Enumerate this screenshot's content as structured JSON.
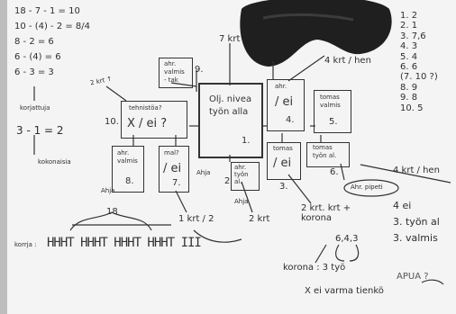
{
  "equations": [
    "18 - 7 - 1 = 10",
    "10 - (4) - 2 = 8/4",
    "8 - 2 = 6",
    "6 - (4) = 6",
    "6 - 3 = 3"
  ],
  "eq_note1": "korjattuja",
  "eq_bottom": "3 - 1 = 2",
  "eq_note2": "kokonaisia",
  "top_label": "7 krt",
  "top_right_label": "4 krt / hen",
  "left_side_label": "2 krt ↑",
  "boxes": {
    "tehnistoa": {
      "lines": [
        "tehnistöa?"
      ],
      "big": "X / ei ?",
      "number": "10."
    },
    "ahr_valmis_ak": {
      "lines": [
        "ahr.",
        "valmis",
        "- tak"
      ],
      "number": "9."
    },
    "main": {
      "lines": [
        "Olj. nivea",
        "työn alla"
      ],
      "number": "1."
    },
    "ahr_ei_4": {
      "lines": [
        "ahr."
      ],
      "big": "/ ei",
      "number": "4."
    },
    "tomas_valmis": {
      "lines": [
        "tomas",
        "valmis"
      ],
      "number": "5."
    },
    "ahr_valmis_8": {
      "lines": [
        "ahr.",
        "valmis"
      ],
      "number": "8."
    },
    "mal_ei_7": {
      "lines": [
        "mal?"
      ],
      "big": "/ ei",
      "number": "7."
    },
    "ahr_tyon": {
      "lines": [
        "ahr.",
        "työn",
        "al."
      ],
      "number": "2"
    },
    "tomas_ei_3": {
      "lines": [
        "tomas"
      ],
      "big": "/ ei",
      "number": "3."
    },
    "tomas_tyon_6": {
      "lines": [
        "tomas",
        "työn al."
      ],
      "number": "6."
    }
  },
  "small_labels": {
    "ahja_left": "Ahja",
    "ahja_mid": "Ahja",
    "ahja_low": "Ahja",
    "one_krt": "1 krt / 2",
    "two_krt": "2 krt",
    "three_krt": "2 krt. krt + korona",
    "four_krt_right": "4 krt / hen",
    "ahr_pipeti": "Ahr. pipeti",
    "nums_643": "6,4,3",
    "korona": "korona : 3 työ",
    "x_ei": "X ei varma tienkö",
    "apua": "APUA ?"
  },
  "brace_count": "18",
  "tally_label": "korrja :",
  "tally_marks": "HHHT HHHT HHHT HHHT III",
  "right_list": [
    "1. 2",
    "2. 1",
    "3. 7,6",
    "4. 3",
    "5. 4",
    "6. 6",
    "(7. 10 ?)",
    "8. 9",
    "9. 8",
    "10. 5"
  ],
  "right_list_bottom": [
    "4 ei",
    "3. työn al",
    "3. valmis"
  ]
}
